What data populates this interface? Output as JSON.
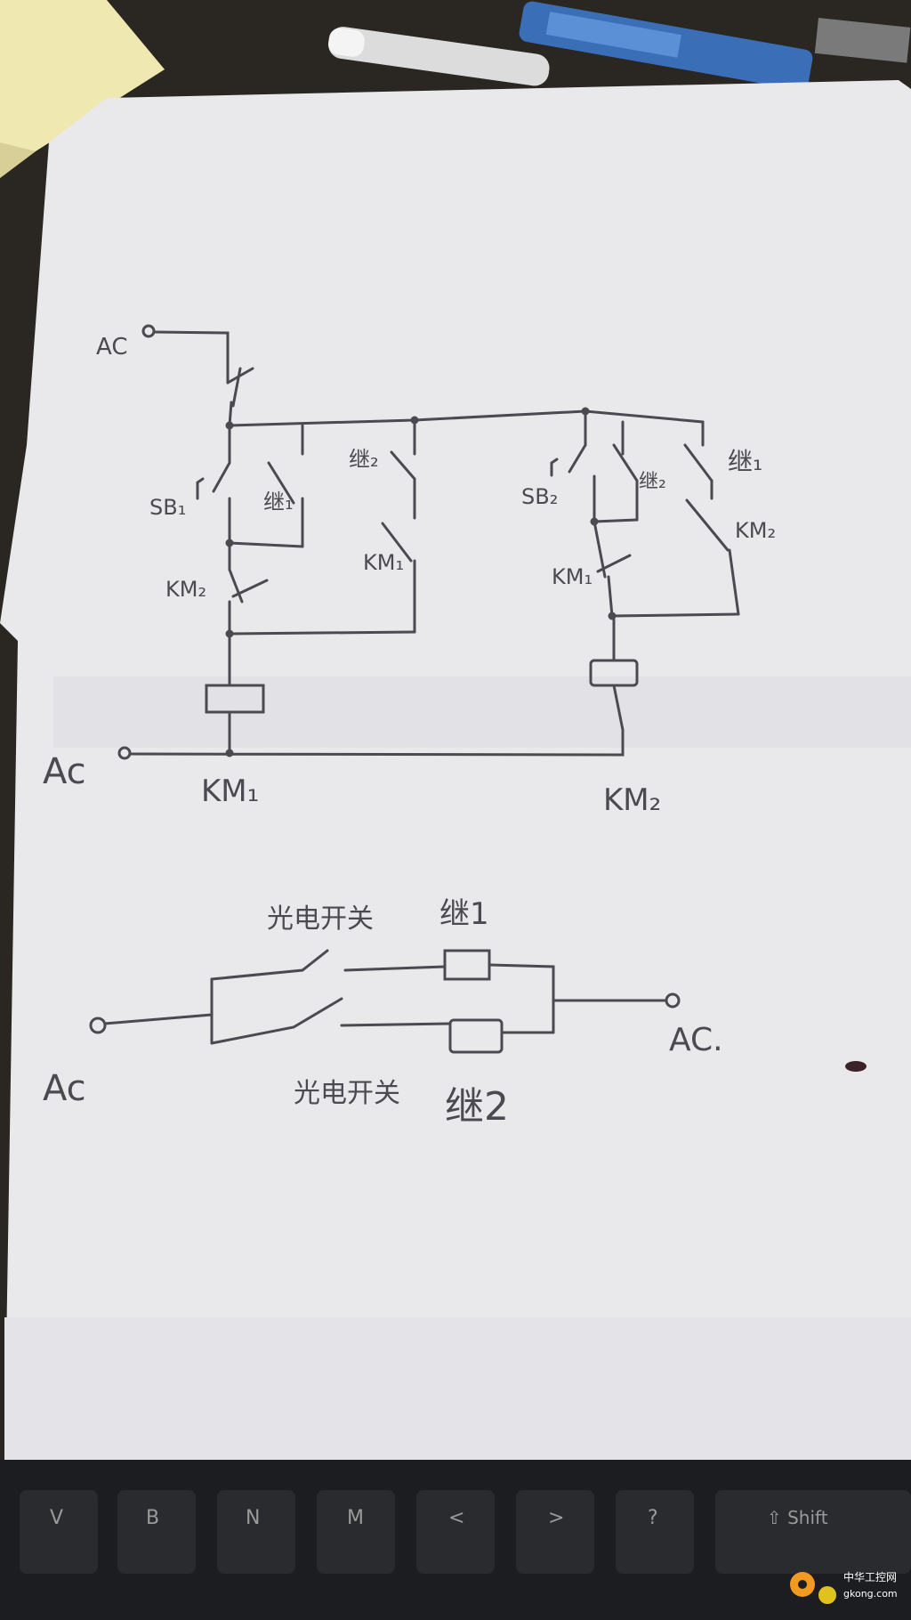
{
  "colors": {
    "desk": "#2a2622",
    "paper": "#e9e9ec",
    "ink": "#4a4a50",
    "sticky_note": "#efe8b0",
    "keyboard": "#1c1d20",
    "pen_blue": "#3a6fb8",
    "logo_orange": "#f29a1f"
  },
  "circuit_top": {
    "ac_top_terminal": "AC",
    "ac_left_terminal": "Ac",
    "sb1": "SB₁",
    "relay1_contact_left": "继₁",
    "relay2_contact_mid": "继₂",
    "km1_contact_mid": "KM₁",
    "km2_interlock": "KM₂",
    "coil1": "KM₁",
    "sb2": "SB₂",
    "relay2_contact_right": "继₂",
    "relay1_contact_right": "继₁",
    "km2_contact_right": "KM₂",
    "km1_interlock": "KM₁",
    "coil2": "KM₂"
  },
  "circuit_bottom": {
    "photo_switch_1": "光电开关",
    "photo_switch_2": "光电开关",
    "relay_coil_1": "继1",
    "relay_coil_2": "继2",
    "ac_left": "Ac",
    "ac_right": "AC."
  },
  "keyboard_keys": [
    "V",
    "B",
    "N",
    "M",
    "<",
    ">",
    "?",
    "⇧ Shift"
  ],
  "watermark": {
    "line1": "中华工控网",
    "line2": "gkong.com"
  }
}
